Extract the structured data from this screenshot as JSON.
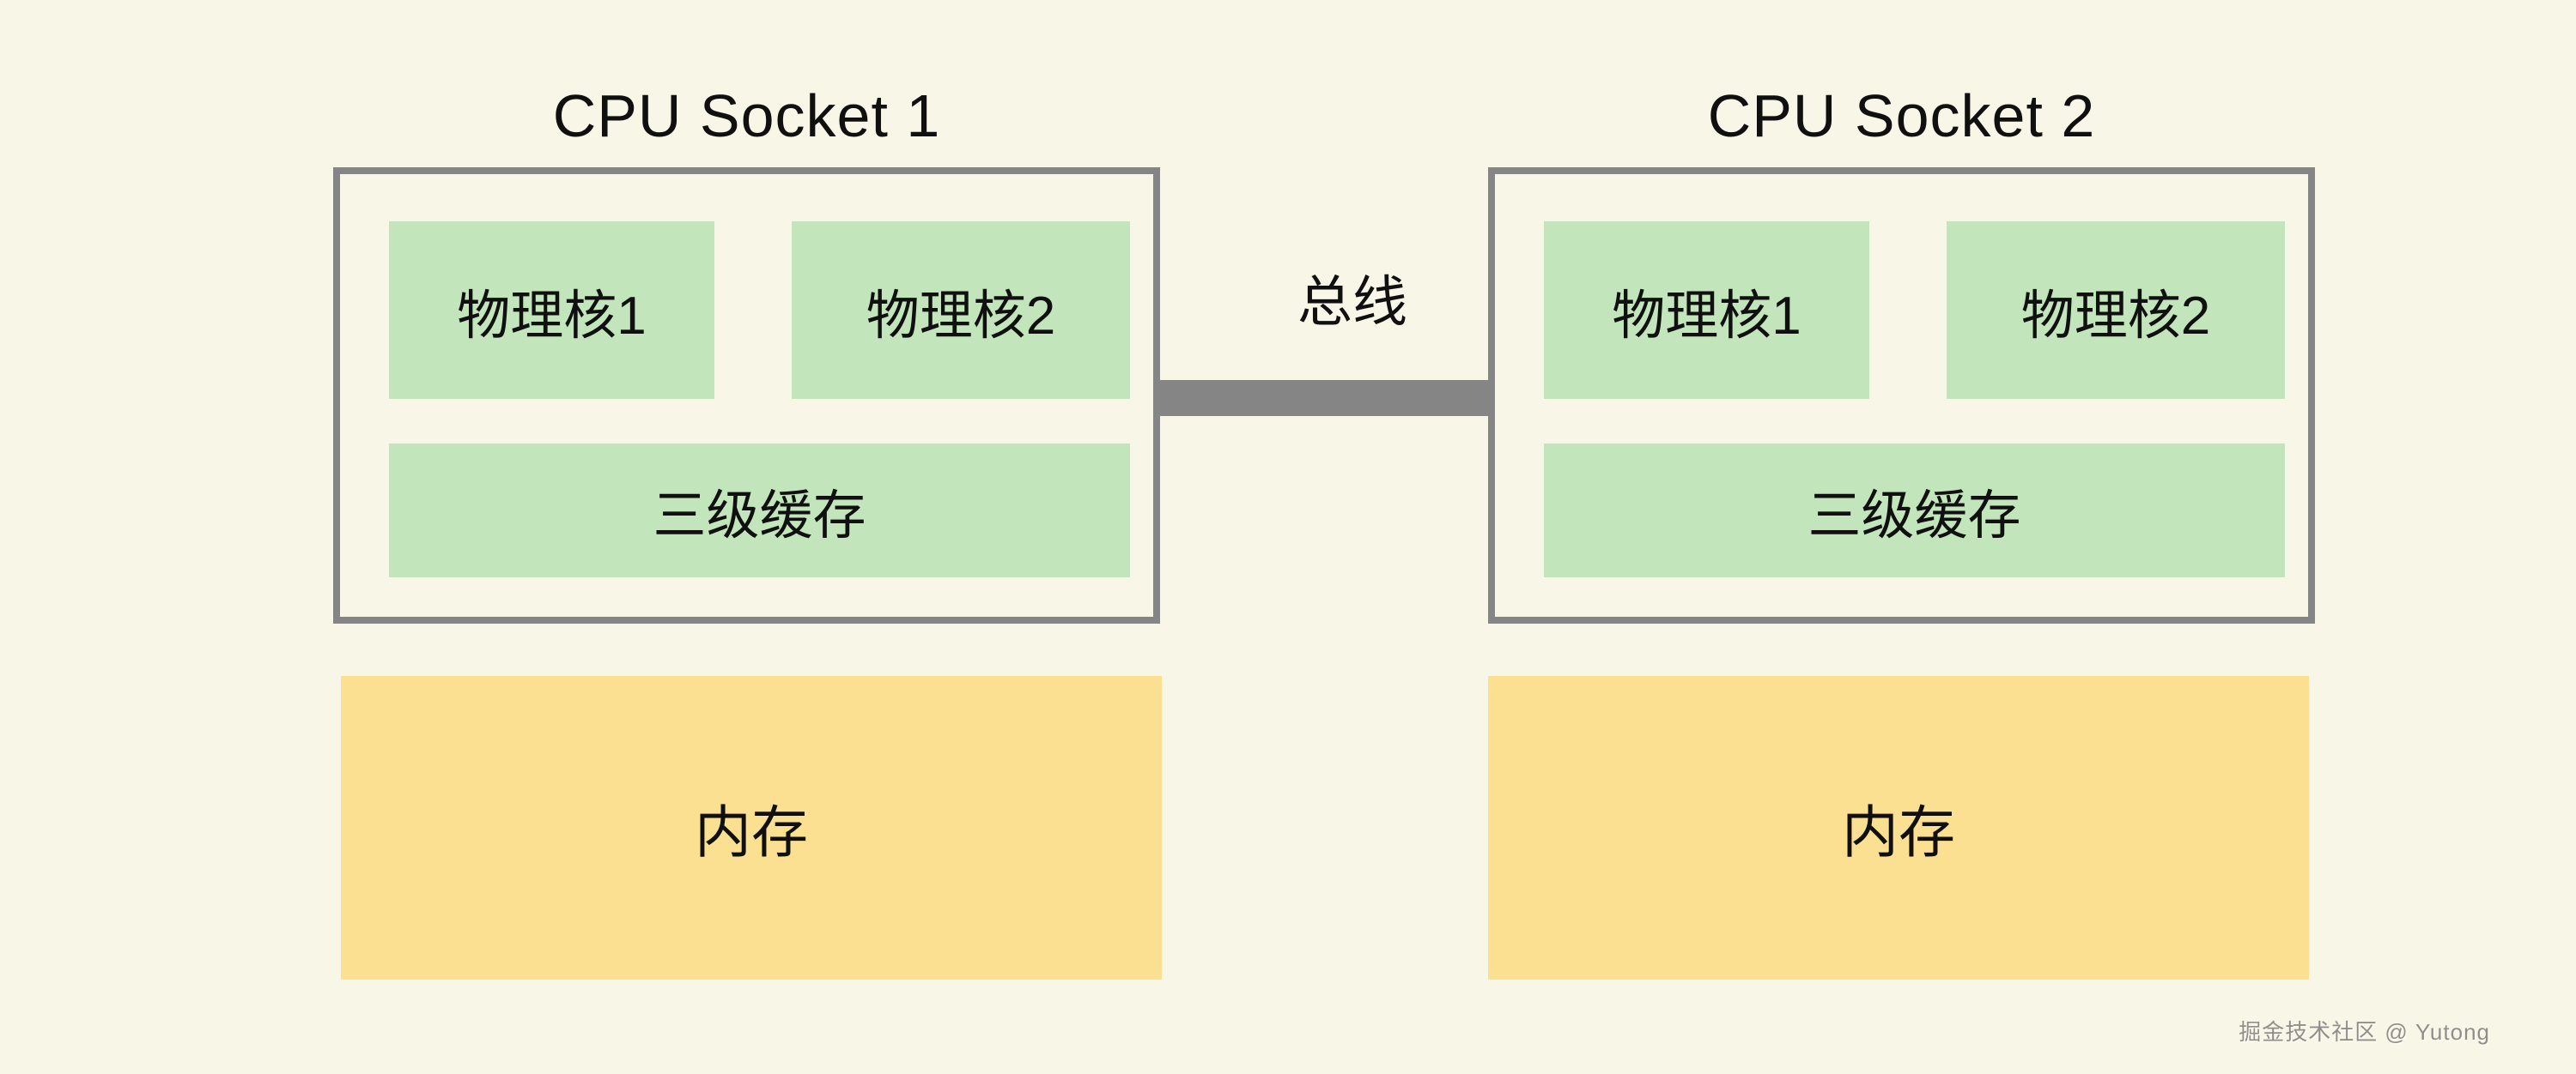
{
  "colors": {
    "bg": "#f8f6e7",
    "green": "#c2e5bb",
    "yellow": "#fce091",
    "gray": "#858585",
    "text": "#101010",
    "watermark": "#908e87"
  },
  "sockets": [
    {
      "title": "CPU Socket 1",
      "core1": "物理核1",
      "core2": "物理核2",
      "cache": "三级缓存",
      "memory": "内存"
    },
    {
      "title": "CPU Socket 2",
      "core1": "物理核1",
      "core2": "物理核2",
      "cache": "三级缓存",
      "memory": "内存"
    }
  ],
  "bus": {
    "label": "总线"
  },
  "watermark": {
    "text": "掘金技术社区 @ Yutong"
  }
}
